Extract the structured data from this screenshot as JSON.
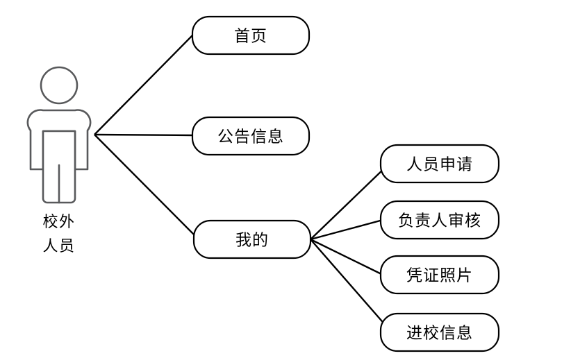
{
  "diagram": {
    "type": "use-case-diagram",
    "background_color": "#ffffff",
    "line_color": "#000000",
    "node_stroke_color": "#000000",
    "actor_stroke_color": "#58595b",
    "actor": {
      "name": "off-campus-personnel-actor",
      "label_line1": "校外",
      "label_line2": "人员"
    },
    "primary_nodes": [
      {
        "id": "home",
        "label": "首页"
      },
      {
        "id": "announcement",
        "label": "公告信息"
      },
      {
        "id": "mine",
        "label": "我的"
      }
    ],
    "secondary_nodes": [
      {
        "id": "personnel-application",
        "label": "人员申请"
      },
      {
        "id": "manager-review",
        "label": "负责人审核"
      },
      {
        "id": "credential-photo",
        "label": "凭证照片"
      },
      {
        "id": "entry-information",
        "label": "进校信息"
      }
    ],
    "edges": [
      {
        "from": "actor",
        "to": "home"
      },
      {
        "from": "actor",
        "to": "announcement"
      },
      {
        "from": "actor",
        "to": "mine"
      },
      {
        "from": "mine",
        "to": "personnel-application"
      },
      {
        "from": "mine",
        "to": "manager-review"
      },
      {
        "from": "mine",
        "to": "credential-photo"
      },
      {
        "from": "mine",
        "to": "entry-information"
      }
    ]
  }
}
